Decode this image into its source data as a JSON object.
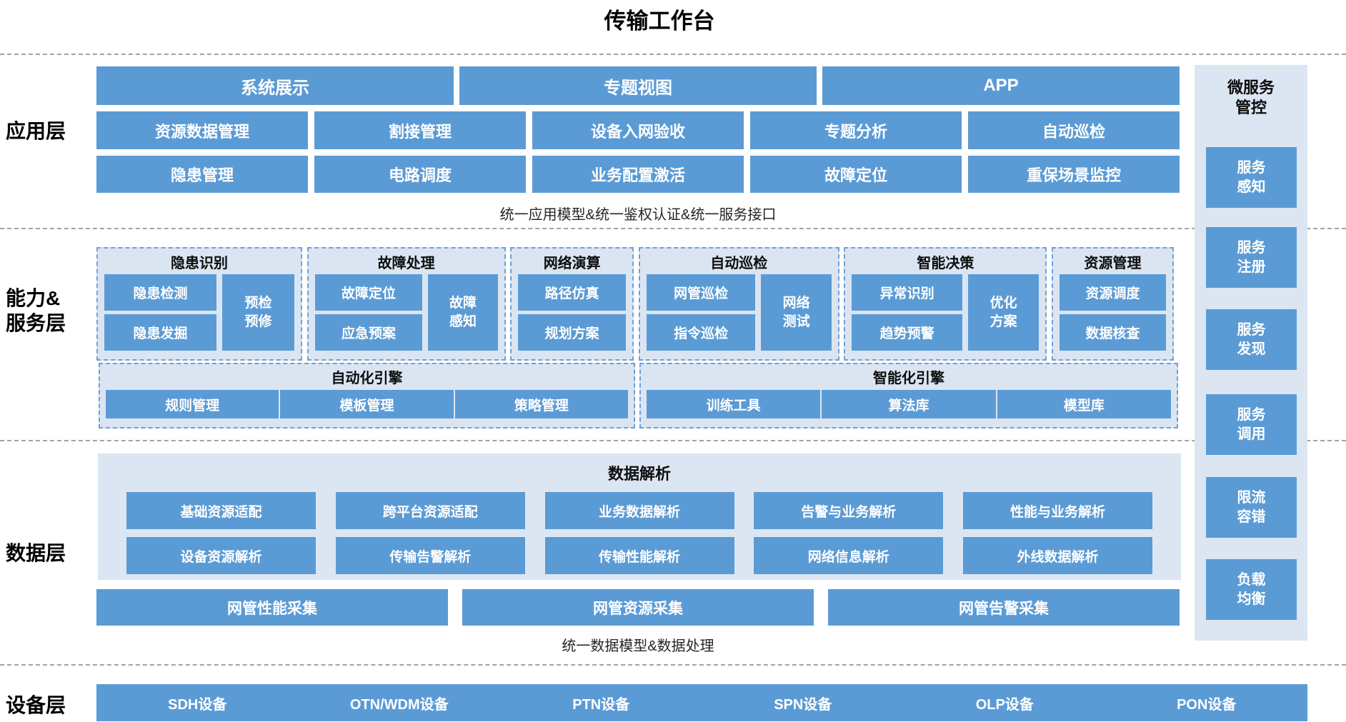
{
  "title": "传输工作台",
  "colors": {
    "box_blue": "#5b9bd5",
    "panel_light": "#dce6f2",
    "dashed_border_blue": "#6ea0d6",
    "separator_gray": "#a3a3a3",
    "text_on_blue": "#ffffff"
  },
  "layers": {
    "app": {
      "label": "应用层",
      "row1": [
        "系统展示",
        "专题视图",
        "APP"
      ],
      "row2": [
        "资源数据管理",
        "割接管理",
        "设备入网验收",
        "专题分析",
        "自动巡检"
      ],
      "row3": [
        "隐患管理",
        "电路调度",
        "业务配置激活",
        "故障定位",
        "重保场景监控"
      ],
      "footnote": "统一应用模型&统一鉴权认证&统一服务接口"
    },
    "capability": {
      "label_lines": [
        "能力&",
        "服务层"
      ],
      "groups": [
        {
          "title": "隐患识别",
          "left": [
            "隐患检测",
            "隐患发掘"
          ],
          "tall_lines": [
            "预检",
            "预修"
          ]
        },
        {
          "title": "故障处理",
          "left": [
            "故障定位",
            "应急预案"
          ],
          "tall_lines": [
            "故障",
            "感知"
          ]
        },
        {
          "title": "网络演算",
          "left": [
            "路径仿真",
            "规划方案"
          ],
          "tall_lines": null
        },
        {
          "title": "自动巡检",
          "left": [
            "网管巡检",
            "指令巡检"
          ],
          "tall_lines": [
            "网络",
            "测试"
          ]
        },
        {
          "title": "智能决策",
          "left": [
            "异常识别",
            "趋势预警"
          ],
          "tall_lines": [
            "优化",
            "方案"
          ]
        },
        {
          "title": "资源管理",
          "left": [
            "资源调度",
            "数据核查"
          ],
          "tall_lines": null
        }
      ],
      "engines": [
        {
          "title": "自动化引擎",
          "items": [
            "规则管理",
            "模板管理",
            "策略管理"
          ]
        },
        {
          "title": "智能化引擎",
          "items": [
            "训练工具",
            "算法库",
            "模型库"
          ]
        }
      ]
    },
    "data": {
      "label": "数据层",
      "panel_title": "数据解析",
      "row1": [
        "基础资源适配",
        "跨平台资源适配",
        "业务数据解析",
        "告警与业务解析",
        "性能与业务解析"
      ],
      "row2": [
        "设备资源解析",
        "传输告警解析",
        "传输性能解析",
        "网络信息解析",
        "外线数据解析"
      ],
      "collectors": [
        "网管性能采集",
        "网管资源采集",
        "网管告警采集"
      ],
      "footnote": "统一数据模型&数据处理"
    },
    "device": {
      "label": "设备层",
      "items": [
        "SDH设备",
        "OTN/WDM设备",
        "PTN设备",
        "SPN设备",
        "OLP设备",
        "PON设备"
      ]
    }
  },
  "sidebar": {
    "title_lines": [
      "微服务",
      "管控"
    ],
    "items": [
      [
        "服务",
        "感知"
      ],
      [
        "服务",
        "注册"
      ],
      [
        "服务",
        "发现"
      ],
      [
        "服务",
        "调用"
      ],
      [
        "限流",
        "容错"
      ],
      [
        "负载",
        "均衡"
      ]
    ]
  }
}
